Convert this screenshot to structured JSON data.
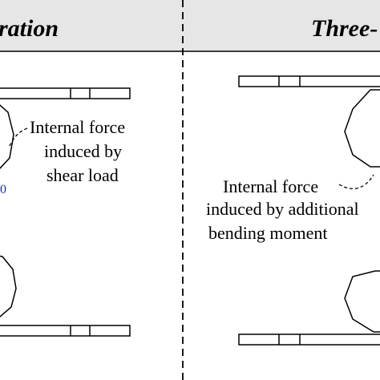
{
  "panels": {
    "left": {
      "header": "ration",
      "annotation": [
        "Internal force",
        "induced by",
        "shear load"
      ],
      "partial_mark": "0"
    },
    "right": {
      "header": "Three-",
      "annotation": [
        "Internal force",
        "induced by additional",
        "bending moment"
      ]
    }
  },
  "colors": {
    "header_band": "#e6e6e6",
    "stroke": "#000000",
    "blue_text": "#1f2fa0"
  }
}
